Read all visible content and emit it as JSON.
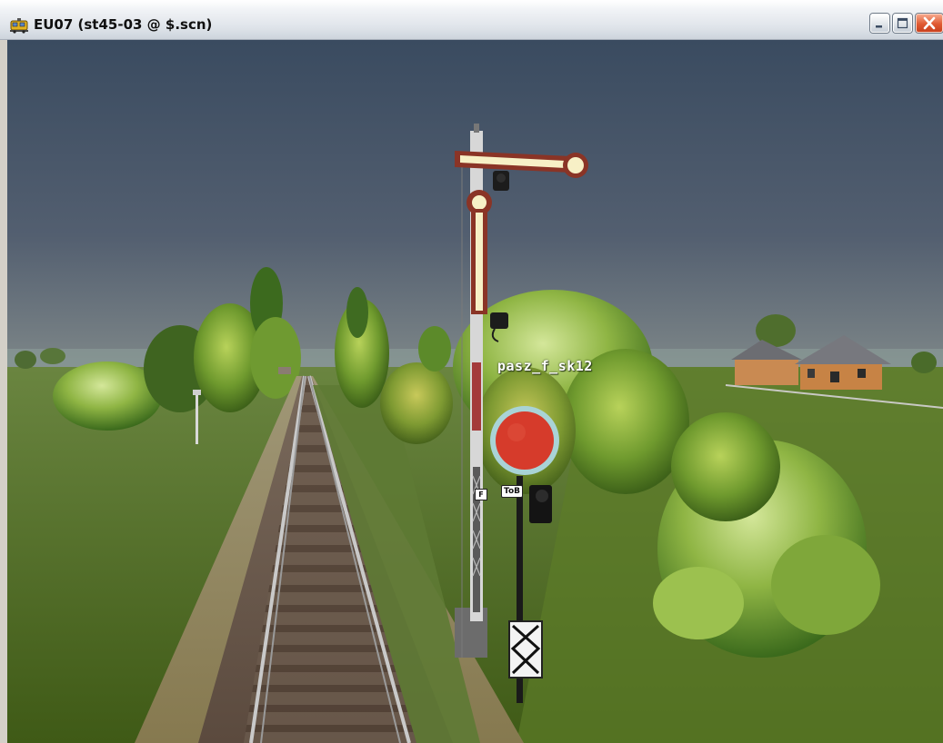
{
  "window": {
    "title": "EU07 (st45-03 @ $.scn)",
    "controls": {
      "minimize": "minimize",
      "maximize": "maximize",
      "close": "close"
    }
  },
  "scene": {
    "signal_label": "pasz_f_sk12",
    "plate_f": "F",
    "plate_tob": "ToB"
  },
  "colors": {
    "sky_top": "#3c4d62",
    "sky_bottom": "#6f7b85",
    "grass": "#4f6d22",
    "disc_red": "#d63b2b",
    "arm_white": "#f7f0c6",
    "arm_red": "#8a3426"
  },
  "icons": {
    "app": "locomotive-icon",
    "minimize": "minimize-icon",
    "maximize": "maximize-icon",
    "close": "close-icon"
  }
}
